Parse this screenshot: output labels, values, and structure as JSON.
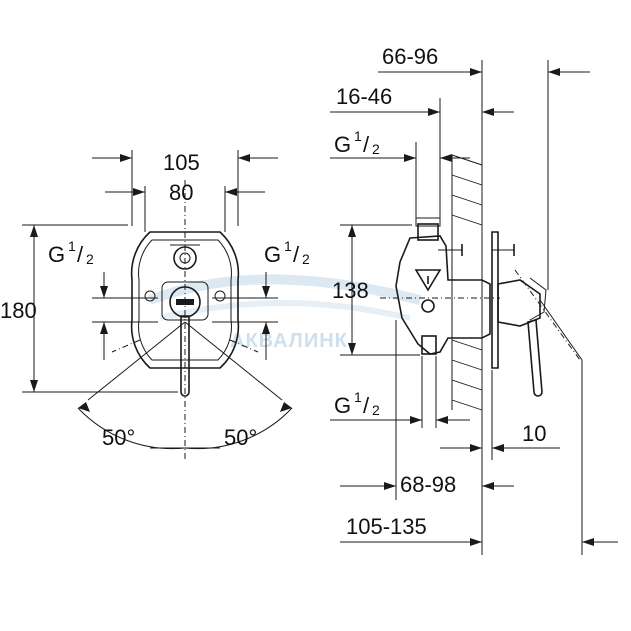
{
  "watermark": "АКВАЛИНК",
  "front_view": {
    "width_outer": "105",
    "width_inner": "80",
    "height": "180",
    "thread_left": {
      "base": "G",
      "num": "1",
      "den": "2"
    },
    "thread_right": {
      "base": "G",
      "num": "1",
      "den": "2"
    },
    "angle_left": "50°",
    "angle_right": "50°"
  },
  "side_view": {
    "depth_range_top": "66-96",
    "depth_range_mid": "16-46",
    "thread_top": {
      "base": "G",
      "num": "1",
      "den": "2"
    },
    "height": "138",
    "thread_bottom": {
      "base": "G",
      "num": "1",
      "den": "2"
    },
    "plate_offset": "10",
    "depth_range_low": "68-98",
    "depth_range_total": "105-135"
  }
}
